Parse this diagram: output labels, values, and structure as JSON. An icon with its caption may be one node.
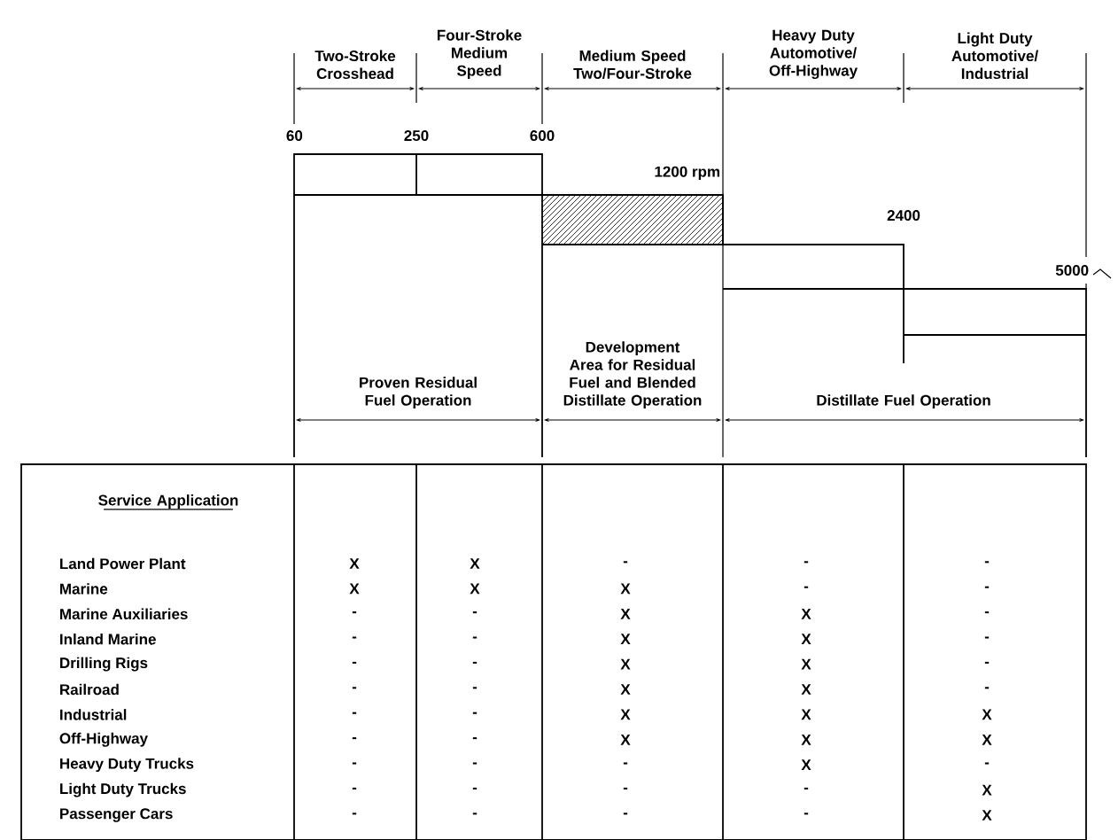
{
  "diagram": {
    "labels": [
      "Two-Stroke Crosshead",
      "Four-Stroke Medium Speed",
      "Medium Speed Two/Four-Stroke",
      "Heavy Duty Automotive/ Off-Highway",
      "Light Duty Automotive/ Industrial",
      "60",
      "250",
      "600",
      "1200 rpm",
      "2400",
      "5000",
      "Development Area for Residual Fuel and Blended Distillate Operation",
      "Proven Residual Fuel Operation",
      "Distillate Fuel Operation",
      "Service Application",
      "Land Power Plant",
      "X",
      "X",
      "-",
      "-",
      "-",
      "Marine",
      "X",
      "X",
      "X",
      "-",
      "-",
      "Marine Auxiliaries",
      "-",
      "-",
      "X",
      "X",
      "-",
      "Inland Marine",
      "-",
      "-",
      "X",
      "X",
      "-",
      "Drilling Rigs",
      "-",
      "-",
      "X",
      "X",
      "-",
      "Railroad",
      "-",
      "-",
      "X",
      "X",
      "-",
      "Industrial",
      "-",
      "-",
      "X",
      "X",
      "X",
      "Off-Highway",
      "-",
      "-",
      "X",
      "X",
      "X",
      "Heavy Duty Trucks",
      "-",
      "-",
      "-",
      "X",
      "-",
      "Light Duty Trucks",
      "-",
      "-",
      "-",
      "-",
      "X",
      "Passenger Cars",
      "-",
      "-",
      "-",
      "-",
      "X"
    ]
  }
}
